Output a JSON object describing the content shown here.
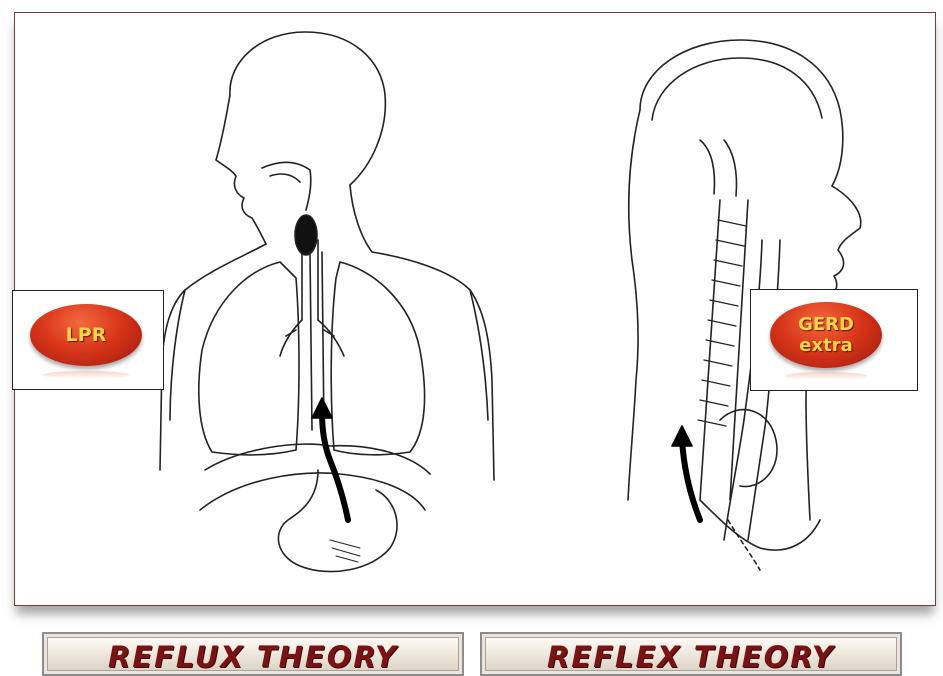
{
  "badges": {
    "lpr": {
      "label": "LPR"
    },
    "gerd": {
      "line1": "GERD",
      "line2": "extra"
    }
  },
  "buttons": {
    "reflux": "REFLUX THEORY",
    "reflex": "REFLEX THEORY"
  },
  "colors": {
    "frame_border": "#7a3b3b",
    "badge_fill": "#d8361a",
    "badge_text": "#f4d54a",
    "button_text": "#7a1414"
  },
  "icons": [
    "reflux-arrow-icon",
    "reflex-arrow-icon"
  ]
}
